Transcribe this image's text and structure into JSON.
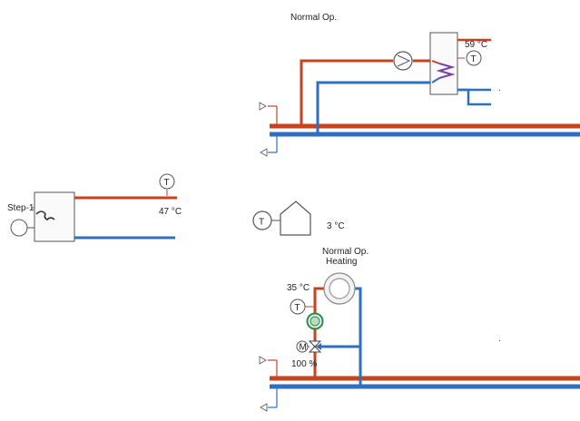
{
  "colors": {
    "supply": "#c8421e",
    "return": "#2f6fc0",
    "equipment_stroke": "#555555",
    "pump_ring": "#2f8a4a"
  },
  "dhw": {
    "status": "Normal Op.",
    "temperature": "59 °C",
    "sensor_symbol": "T",
    "tank_icon": "storage-tank-icon",
    "pump_icon": "circulation-pump-icon",
    "coil_icon": "heat-exchanger-coil-icon"
  },
  "boiler": {
    "stage": "Step-1",
    "temperature": "47 °C",
    "sensor_symbol": "T",
    "icon": "boiler-flame-icon"
  },
  "outdoor": {
    "sensor_symbol": "T",
    "temperature": "3 °C",
    "icon": "house-icon"
  },
  "heating": {
    "status_line1": "Normal Op.",
    "status_line2": "Heating",
    "temperature": "35 °C",
    "sensor_symbol": "T",
    "motor_symbol": "M",
    "valve_position": "100 %",
    "radiator_icon": "radiator-icon",
    "pump_icon": "circulation-pump-icon",
    "valve_icon": "mixing-valve-icon"
  },
  "markers": {
    "dot": "."
  }
}
